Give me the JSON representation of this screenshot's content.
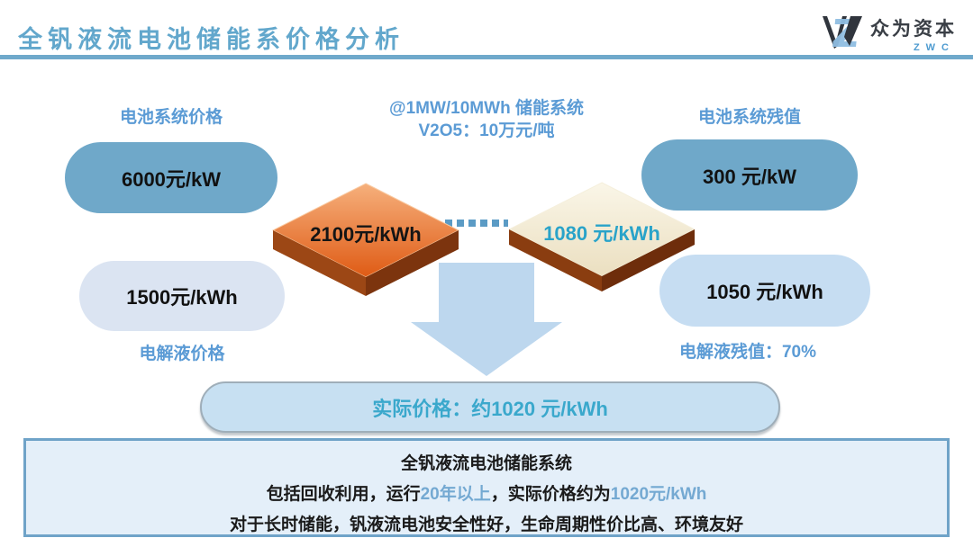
{
  "header": {
    "title": "全钒液流电池储能系价格分析",
    "logo": {
      "name": "众为资本",
      "sub": "ZWC"
    }
  },
  "annotation": {
    "line1": "@1MW/10MWh 储能系统",
    "line2": "V2O5：10万元/吨"
  },
  "left": {
    "top_label": "电池系统价格",
    "top_pill": "6000元/kW",
    "bottom_pill": "1500元/kWh",
    "bottom_label": "电解液价格"
  },
  "right": {
    "top_label": "电池系统残值",
    "top_pill": "300 元/kW",
    "bottom_pill": "1050 元/kWh",
    "bottom_label": "电解液残值：70%"
  },
  "diamonds": {
    "cost_value": "2100元/kWh",
    "residual_value": "1080 元/kWh"
  },
  "result_pill": {
    "text": "实际价格：约1020 元/kWh"
  },
  "summary": {
    "line1": "全钒液流电池储能系统",
    "line2_seg1": "包括回收利用，运行",
    "line2_seg2": "20年以上",
    "line2_seg3": "，实际价格约为",
    "line2_seg4": "1020元/kWh",
    "line3": "对于长时储能，钒液流电池安全性好，生命周期性价比高、环境友好"
  },
  "colors": {
    "title_blue": "#62A7CC",
    "label_blue": "#5B9BD5",
    "pill_teal": "#6FA8C9",
    "pill_lavender": "#DBE4F2",
    "pill_lightblue": "#C6DDF2",
    "arrow_blue": "#BDD7EE",
    "teal_text": "#29A3C9",
    "diamond_orange": "#DF5B15",
    "diamond_cream": "#F3EDD6",
    "box_border": "#6FA3C8",
    "summary_highlight": "#74A9D2"
  }
}
